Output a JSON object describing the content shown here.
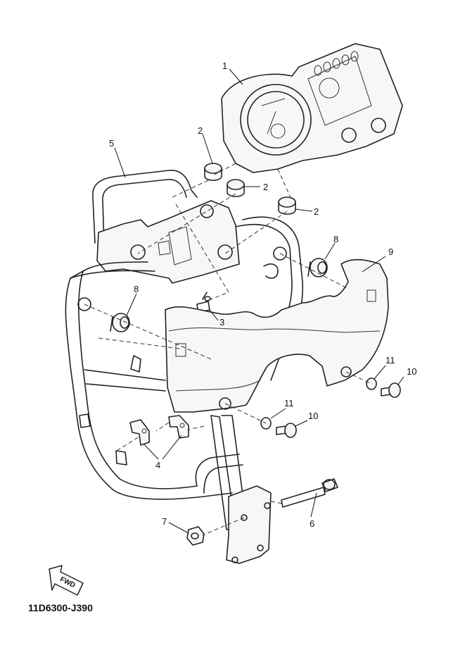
{
  "diagram": {
    "part_code": "11D6300-J390",
    "fwd_label": "FWD",
    "callouts": [
      "1",
      "2",
      "2",
      "2",
      "3",
      "4",
      "5",
      "6",
      "7",
      "8",
      "8",
      "9",
      "10",
      "10",
      "11",
      "11"
    ]
  }
}
